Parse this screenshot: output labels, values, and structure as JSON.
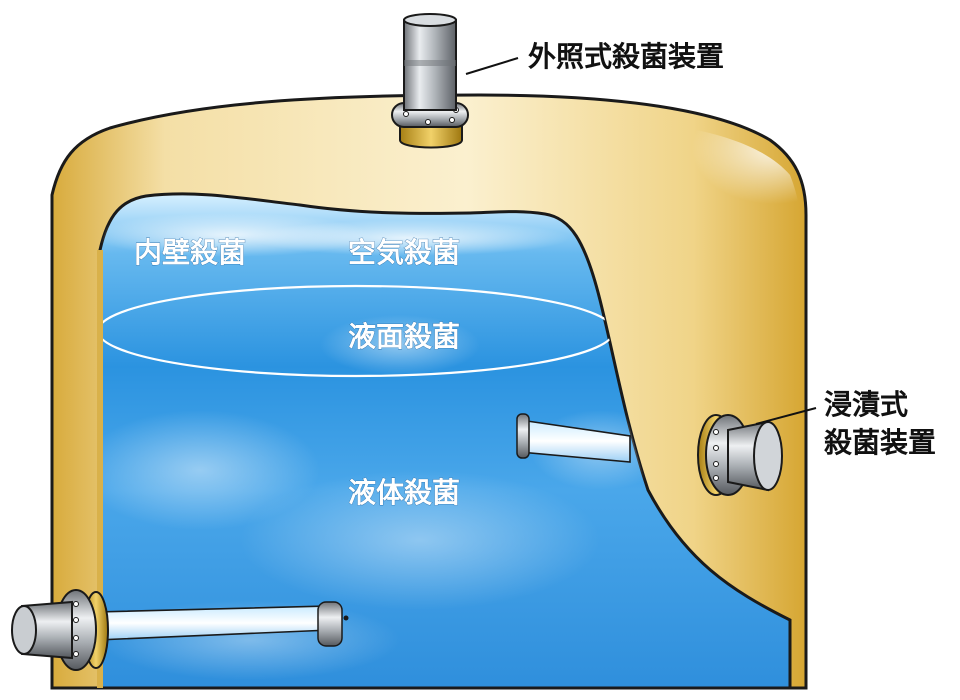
{
  "labels": {
    "external": "外照式殺菌装置",
    "immersion_line1": "浸漬式",
    "immersion_line2": "殺菌装置"
  },
  "zones": {
    "inner_wall": "内壁殺菌",
    "air": "空気殺菌",
    "surface": "液面殺菌",
    "liquid": "液体殺菌"
  },
  "colors": {
    "tank_shell": "#f3dca0",
    "tank_edge": "#d9b14a",
    "water": "#2a93df",
    "water_light": "#b9e2fb",
    "steel": "#b9bcc0"
  }
}
